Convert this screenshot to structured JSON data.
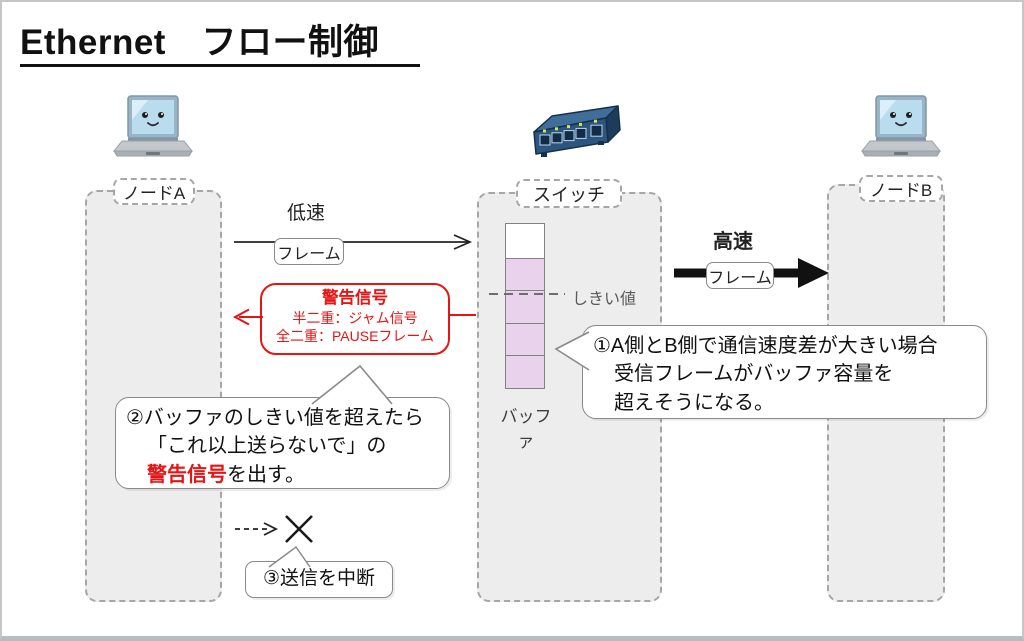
{
  "title": "Ethernet　フロー制御",
  "nodes": {
    "node_a": "ノードA",
    "switch": "スイッチ",
    "node_b": "ノードB"
  },
  "flows": {
    "slow": {
      "speed": "低速",
      "frame": "フレーム"
    },
    "fast": {
      "speed": "高速",
      "frame": "フレーム"
    }
  },
  "warning": {
    "title": "警告信号",
    "half_duplex": "半二重：ジャム信号",
    "full_duplex": "全二重：PAUSEフレーム"
  },
  "buffer": {
    "threshold": "しきい値",
    "label": "バッファ",
    "cells": [
      {
        "state": "empty"
      },
      {
        "state": "filled"
      },
      {
        "state": "filled"
      },
      {
        "state": "filled"
      },
      {
        "state": "filled"
      }
    ]
  },
  "callouts": {
    "c1": {
      "l1": "①A側とB側で通信速度差が大きい場合",
      "l2": "受信フレームがバッファ容量を",
      "l3": "超えそうになる。"
    },
    "c2": {
      "l1": "②バッファのしきい値を超えたら",
      "l2": "「これ以上送らないで」の",
      "l3_red": "警告信号",
      "l3_rest": "を出す。"
    },
    "c3": "③送信を中断"
  },
  "colors": {
    "warning_red": "#e81313",
    "buffer_fill": "#e8d2ec",
    "lane_fill": "#ededed",
    "switch_blue": "#2c567f",
    "laptop_screen": "#b9dcee"
  }
}
